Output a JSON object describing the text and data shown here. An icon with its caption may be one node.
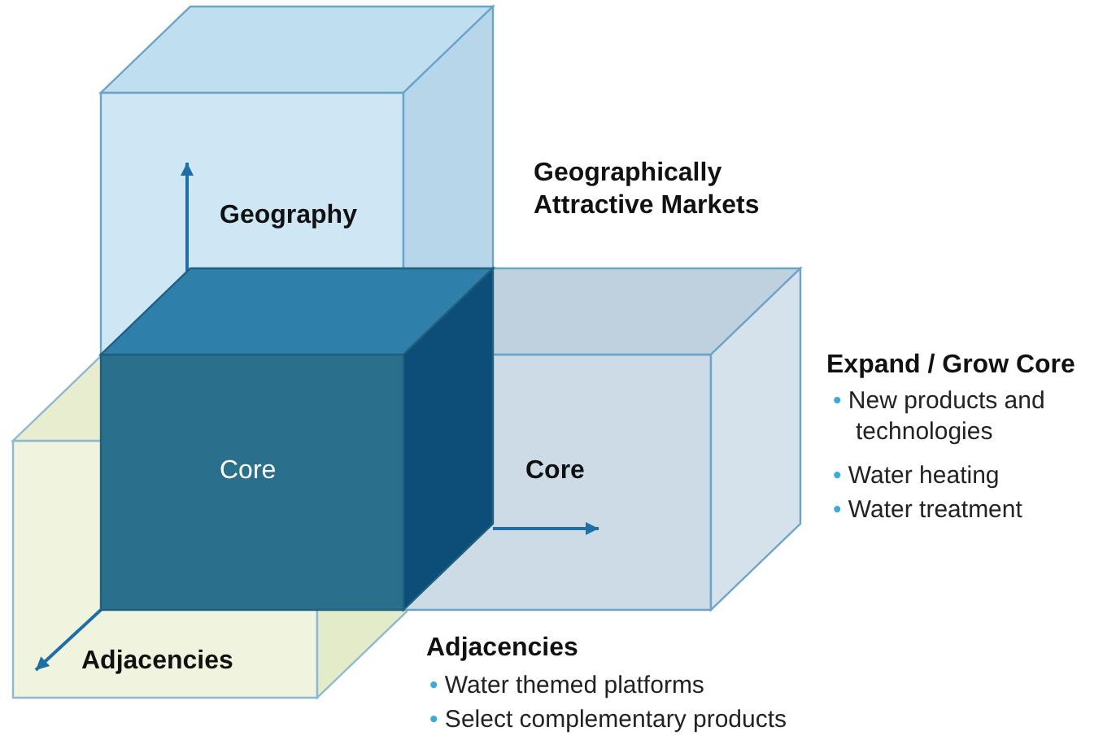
{
  "diagram": {
    "nodes": [
      {
        "text": [
          "Adjacencies"
        ]
      },
      {
        "text": [
          "Core"
        ]
      },
      {
        "text": [
          "Geography"
        ]
      },
      {
        "text": [
          "Core"
        ]
      }
    ],
    "labels": [
      "Geographically Attractive Markets",
      "Expand / Grow Core",
      "• New products and technologies",
      "• Water heating",
      "• Water treatment",
      "Adjacencies",
      "• Water themed platforms",
      "• Select complementary products"
    ]
  }
}
